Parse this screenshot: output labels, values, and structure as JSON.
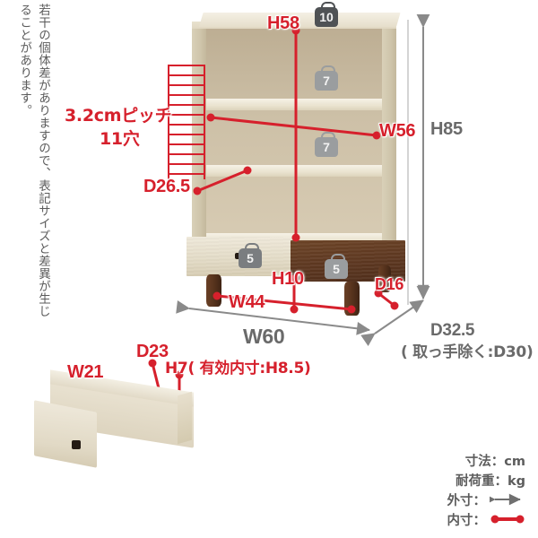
{
  "note": {
    "text": "若干の個体差がありますので、表記サイズと差異が生じることがあります。"
  },
  "product": {
    "type": "bookshelf-with-drawers",
    "colors": {
      "light_wood": "#e4dcc8",
      "dark_wood": "#5d3720",
      "annotation_red": "#d6202c",
      "annotation_gray": "#6a6a6a"
    }
  },
  "cabinet": {
    "shelf_pitch": {
      "line1": "3.2cmピッチ",
      "line2": "11穴",
      "holes": 11
    },
    "dimensions": {
      "inner_height_top": "H58",
      "inner_width": "W56",
      "inner_depth_shelf": "D26.5",
      "outer_height": "H85",
      "outer_width": "W60",
      "outer_depth": "D32.5",
      "outer_depth_note": "( 取っ手除く:D30)",
      "leg_clearance_height": "H10",
      "leg_span_width": "W44",
      "leg_depth": "D16"
    },
    "load_badges": [
      {
        "value": "10",
        "tone": "dark",
        "location": "top-panel"
      },
      {
        "value": "7",
        "tone": "lite",
        "location": "upper-shelf"
      },
      {
        "value": "7",
        "tone": "lite",
        "location": "lower-shelf"
      },
      {
        "value": "5",
        "tone": "mid",
        "location": "left-drawer"
      },
      {
        "value": "5",
        "tone": "lite",
        "location": "right-drawer"
      }
    ]
  },
  "drawer_detail": {
    "inner_width": "W21",
    "inner_depth": "D23",
    "inner_height": "H7( 有効内寸:H8.5)"
  },
  "legend": {
    "rows": [
      {
        "label": "寸法：cm",
        "symbol": "none"
      },
      {
        "label": "耐荷重：kg",
        "symbol": "none"
      },
      {
        "label": "外寸：",
        "symbol": "gray-double-arrow"
      },
      {
        "label": "内寸：",
        "symbol": "red-dot-line"
      }
    ]
  }
}
